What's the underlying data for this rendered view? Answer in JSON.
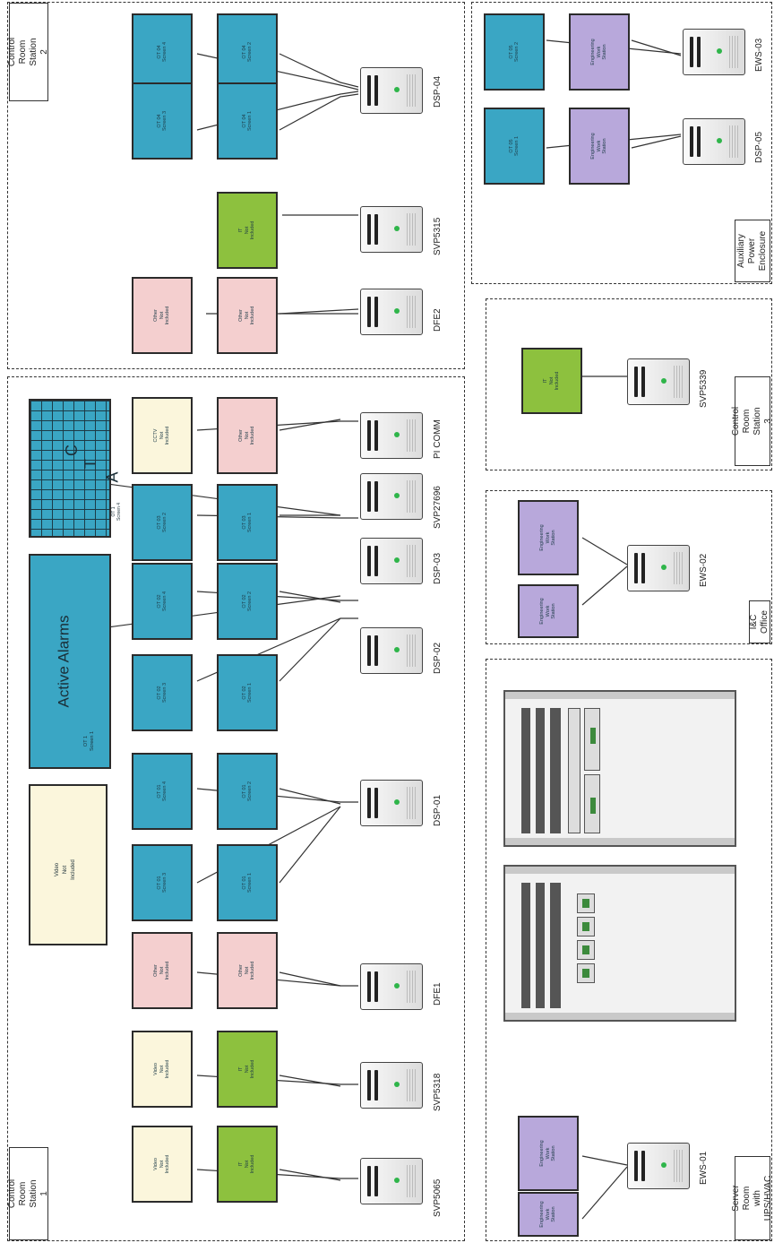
{
  "zones": {
    "cr1": {
      "title": "Control Room\nStation 1"
    },
    "cr2": {
      "title": "Control Room\nStation 2"
    },
    "cr3": {
      "title": "Control Room\nStation 3"
    },
    "aux": {
      "title": "Auxiliary\nPower\nEnclosure"
    },
    "ic": {
      "title": "I&C Office"
    },
    "server": {
      "title": "Server Room\nwith UPS/HVAC"
    }
  },
  "monitors": {
    "video_not_included": "Video\nNot\nIncluded",
    "it_not_included": "IT\nNot\nIncluded",
    "other_not_included": "Other\nNot\nIncluded",
    "cctv_not_included": "CCTV\nNot\nIncluded",
    "ews": "Engineering\nWork\nStation",
    "ot01_s1": "OT 01\nScreen 1",
    "ot01_s2": "OT 01\nScreen 2",
    "ot01_s3": "OT 01\nScreen 3",
    "ot01_s4": "OT 01\nScreen 4",
    "ot02_s1": "OT 02\nScreen 1",
    "ot02_s2": "OT 02\nScreen 2",
    "ot02_s3": "OT 02\nScreen 3",
    "ot02_s4": "OT 02\nScreen 4",
    "ot03_s1": "OT 03\nScreen 1",
    "ot03_s2": "OT 03\nScreen 2",
    "ot04_s1": "OT 04\nScreen 1",
    "ot04_s2": "OT 04\nScreen 2",
    "ot04_s3": "OT 04\nScreen 3",
    "ot04_s4": "OT 04\nScreen 4",
    "ot05_s1": "OT 05\nScreen 1",
    "ot05_s2": "OT 05\nScreen 2"
  },
  "wall": {
    "active_alarms": "Active Alarms",
    "alarm_screen": "OT 1\nScreen 1",
    "cta_screen": "OT 1\nScreen 4",
    "cta_c": "C",
    "cta_t": "T",
    "cta_a": "A",
    "video_wall": "Video\nNot\nIncluded"
  },
  "towers": {
    "svp5065": "SVP5065",
    "svp5318": "SVP5318",
    "dfe1": "DFE1",
    "dsp01": "DSP-01",
    "dsp02": "DSP-02",
    "dsp03": "DSP-03",
    "svp27696": "SVP27696",
    "picomm": "PI COMM",
    "dfe2": "DFE2",
    "svp5315": "SVP5315",
    "dsp04": "DSP-04",
    "dsp05": "DSP-05",
    "ews03": "EWS-03",
    "svp5339": "SVP5339",
    "ews02": "EWS-02",
    "ews01": "EWS-01"
  },
  "colors": {
    "ot_blue": "#3aa6c4",
    "it_green": "#8dc13e",
    "other_pink": "#f4cfcf",
    "video_cream": "#fbf6dc",
    "ews_purple": "#b8a8db"
  }
}
